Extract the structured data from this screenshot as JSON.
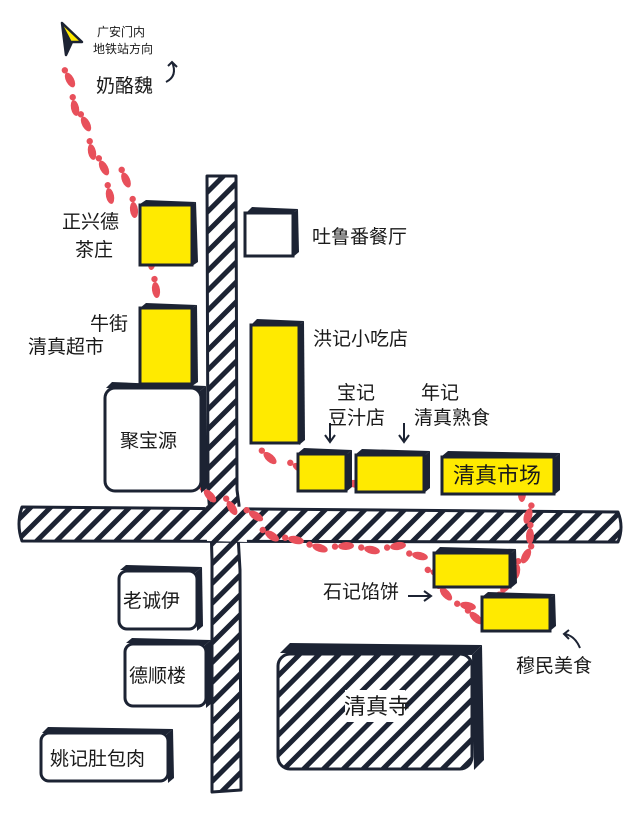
{
  "colors": {
    "building_highlight": "#FFEA00",
    "building_plain": "#FFFFFF",
    "outline": "#1c2333",
    "footprint": "#E8505B",
    "road_hatch": "#1c2333"
  },
  "direction_arrow": {
    "icon": "north-arrow-icon",
    "label_line1": "广安门内",
    "label_line2": "地铁站方向"
  },
  "places": {
    "nailao": "奶酪魏",
    "zhengxingde_line1": "正兴德",
    "zhengxingde_line2": "茶庄",
    "tulufan": "吐鲁番餐厅",
    "niujie_line1": "牛街",
    "niujie_line2": "清真超市",
    "hongji": "洪记小吃店",
    "jubaoyuan": "聚宝源",
    "baoji_line1": "宝记",
    "baoji_line2": "豆汁店",
    "nianji_line1": "年记",
    "nianji_line2": "清真熟食",
    "market": "清真市场",
    "laochengyi": "老诚伊",
    "shiji": "石记馅饼",
    "deshunlou": "德顺楼",
    "muming": "穆民美食",
    "mosque": "清真寺",
    "yaoji": "姚记肚包肉"
  }
}
